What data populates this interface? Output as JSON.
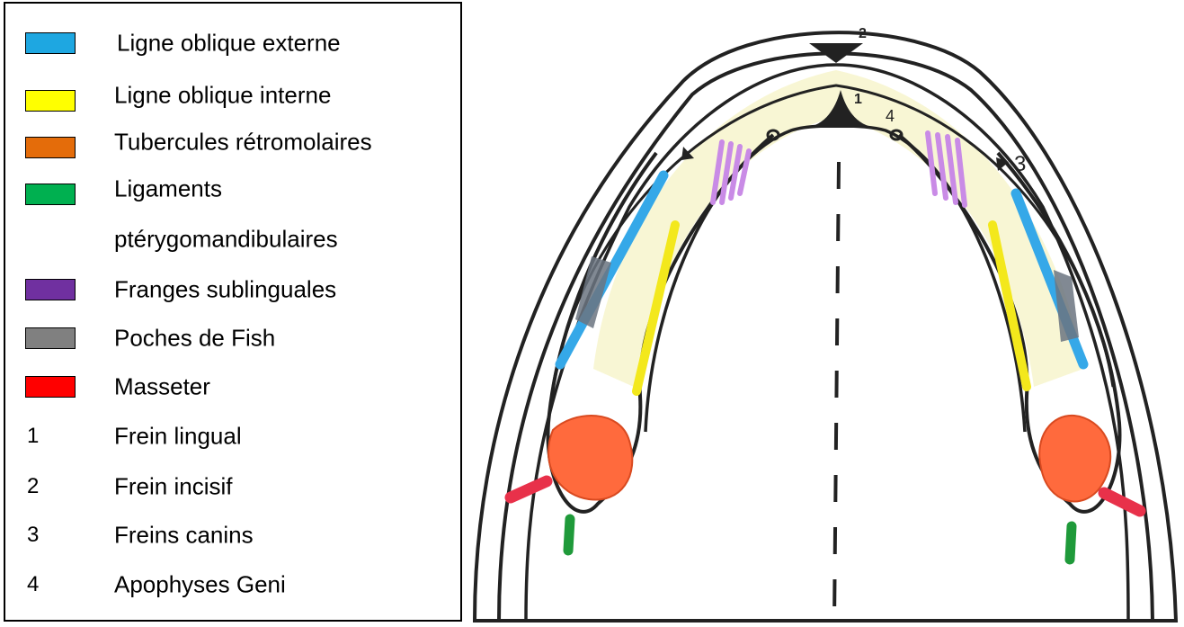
{
  "legend": {
    "items": [
      {
        "type": "swatch",
        "color": "#1ea7e1",
        "label": "Ligne oblique externe"
      },
      {
        "type": "swatch",
        "color": "#ffff00",
        "label": "Ligne oblique interne"
      },
      {
        "type": "swatch",
        "color": "#e46c0a",
        "label": "Tubercules rétromolaires"
      },
      {
        "type": "swatch",
        "color": "#00b050",
        "label": "Ligaments"
      },
      {
        "type": "text",
        "label": "ptérygomandibulaires"
      },
      {
        "type": "swatch",
        "color": "#7030a0",
        "label": "Franges sublinguales"
      },
      {
        "type": "swatch",
        "color": "#808080",
        "label": "Poches de Fish"
      },
      {
        "type": "swatch",
        "color": "#ff0000",
        "label": "Masseter"
      },
      {
        "type": "number",
        "num": "1",
        "label": "Frein lingual"
      },
      {
        "type": "number",
        "num": "2",
        "label": "Frein incisif"
      },
      {
        "type": "number",
        "num": "3",
        "label": "Freins canins"
      },
      {
        "type": "number",
        "num": "4",
        "label": "Apophyses Geni"
      }
    ]
  },
  "diagram": {
    "markers": [
      "1",
      "2",
      "3",
      "4"
    ],
    "colors": {
      "outline": "#222222",
      "ligne_oblique_externe": "#35a8e8",
      "ligne_oblique_interne": "#f3e81c",
      "tubercules_retromolaires": "#ff6a3d",
      "ligaments": "#1f9a3a",
      "franges_sublinguales": "#c98be6",
      "poches_de_fish": "#6b7480",
      "masseter": "#e8314a",
      "crest_shading": "#f3eeb0"
    }
  }
}
